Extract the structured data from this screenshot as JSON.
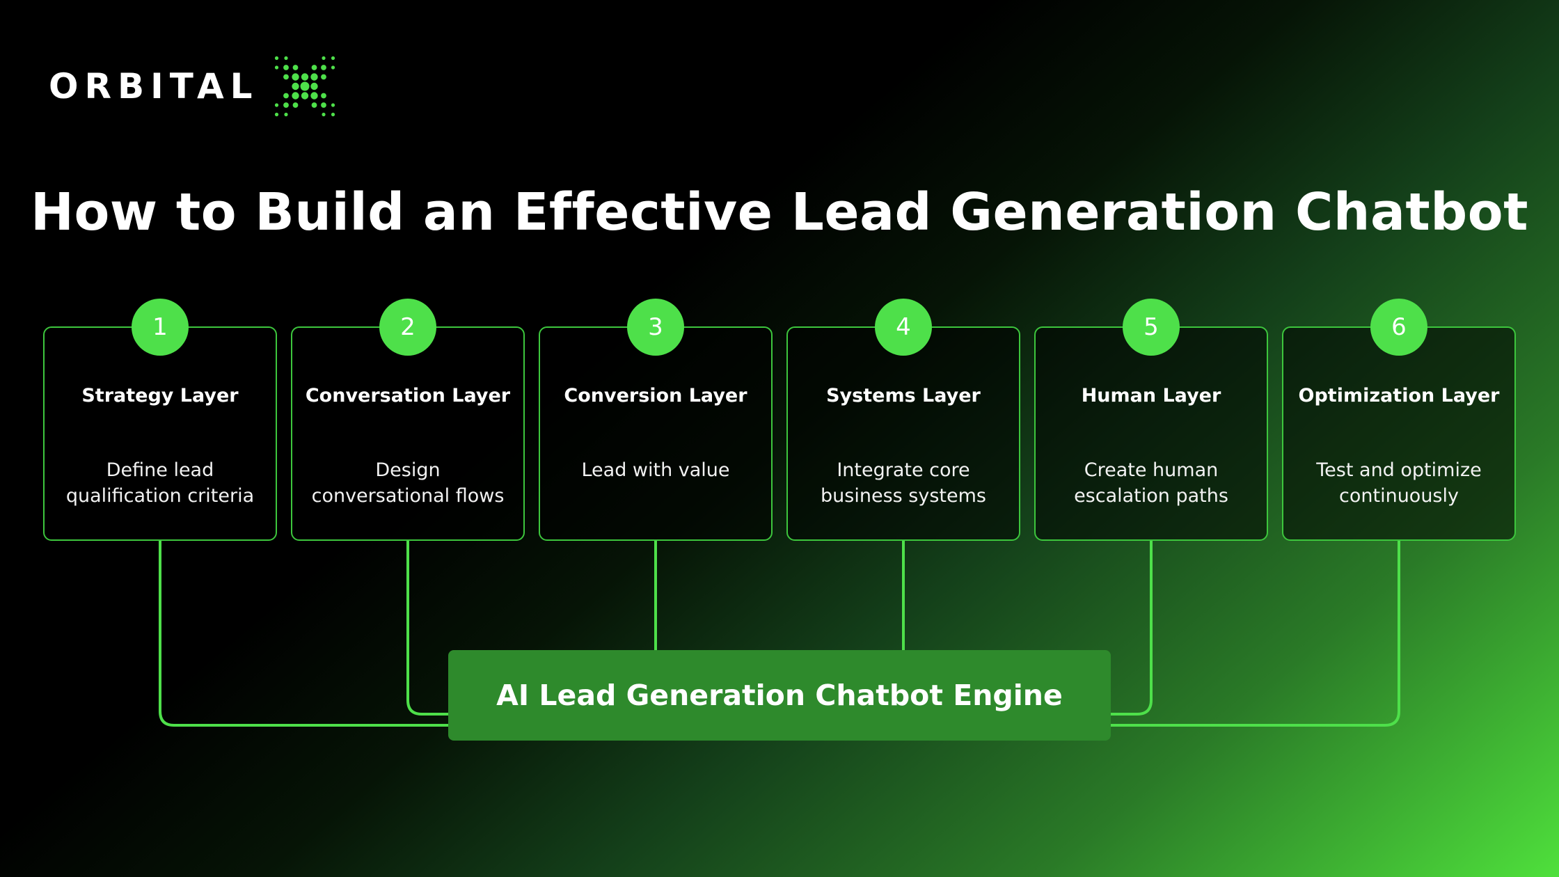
{
  "brand": {
    "name": "ORBITAL",
    "mark_icon": "dotted-x-logo-icon",
    "accent_color": "#4ee04a"
  },
  "title": "How to Build an Effective Lead Generation Chatbot",
  "layers": [
    {
      "number": "1",
      "title": "Strategy Layer",
      "description": "Define lead qualification criteria"
    },
    {
      "number": "2",
      "title": "Conversation Layer",
      "description": "Design conversational flows"
    },
    {
      "number": "3",
      "title": "Conversion Layer",
      "description": "Lead with value"
    },
    {
      "number": "4",
      "title": "Systems Layer",
      "description": "Integrate core business systems"
    },
    {
      "number": "5",
      "title": "Human Layer",
      "description": "Create human escalation paths"
    },
    {
      "number": "6",
      "title": "Optimization Layer",
      "description": "Test and optimize continuously"
    }
  ],
  "engine": {
    "label": "AI Lead Generation Chatbot Engine"
  },
  "colors": {
    "card_border": "#3dc63d",
    "connector": "#4ee04a",
    "engine_bg": "#2e8a2c"
  }
}
